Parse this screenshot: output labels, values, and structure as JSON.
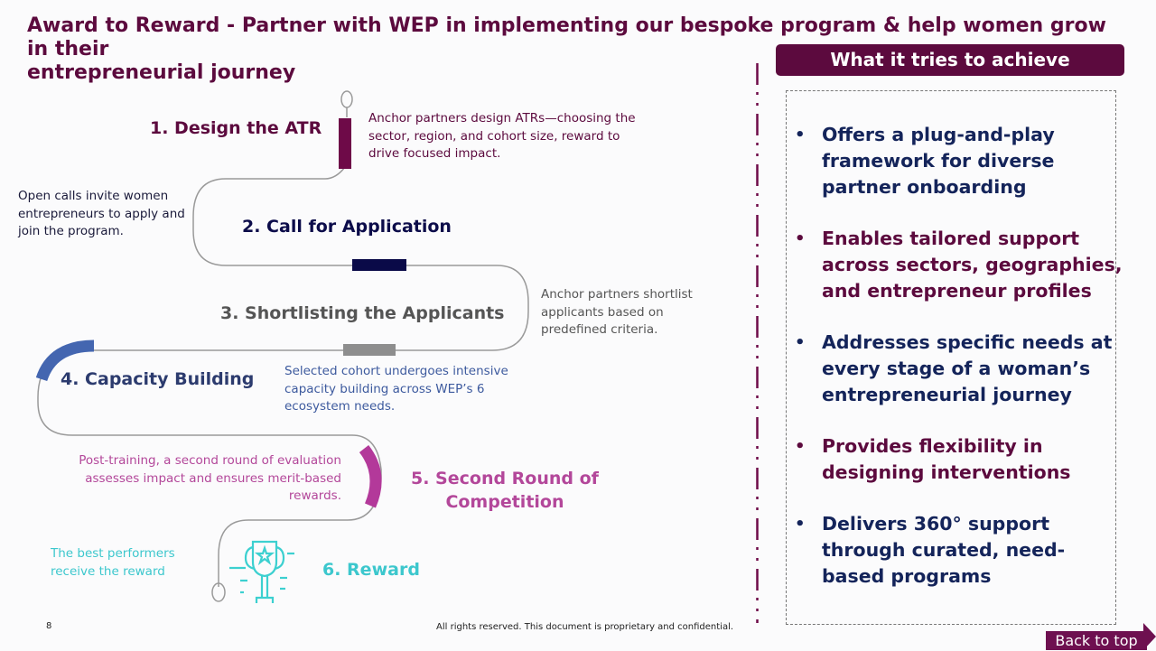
{
  "title": {
    "line1": "Award to Reward - Partner with WEP in implementing our bespoke program & help women grow in their",
    "line2": "entrepreneurial journey"
  },
  "steps": [
    {
      "label": "1. Design the ATR",
      "color": "#5c0a3e",
      "description": [
        "Anchor partners design ATRs—choosing the",
        "sector, region, and cohort size, reward to",
        "drive focused impact."
      ]
    },
    {
      "label": "2. Call for Application",
      "color": "#0c0c4a",
      "description": [
        "Open calls invite women",
        "entrepreneurs to apply and",
        "join the program."
      ]
    },
    {
      "label": "3. Shortlisting the Applicants",
      "color": "#555555",
      "description": [
        "Anchor partners shortlist",
        "applicants based on",
        "predefined criteria."
      ]
    },
    {
      "label": "4. Capacity Building",
      "color": "#3d5aa8",
      "description": [
        "Selected cohort undergoes intensive",
        "capacity building across WEP’s 6",
        "ecosystem needs."
      ]
    },
    {
      "label_lines": [
        "5. Second Round of",
        "Competition"
      ],
      "color": "#b3479a",
      "description": [
        "Post-training, a second round of evaluation",
        "assesses impact and ensures merit-based",
        "rewards."
      ]
    },
    {
      "label": "6. Reward",
      "color": "#3cc7cd",
      "icon": "trophy-icon",
      "description": [
        "The best performers",
        "receive the reward"
      ]
    }
  ],
  "panel": {
    "header": "What it tries to achieve",
    "bullets": [
      {
        "lines": [
          "Offers a plug-and-play",
          "framework for diverse",
          "partner onboarding"
        ],
        "color": "#14245a"
      },
      {
        "lines": [
          "Enables tailored support",
          "across sectors, geographies,",
          "and entrepreneur profiles"
        ],
        "color": "#5c0a3e"
      },
      {
        "lines": [
          "Addresses specific needs at",
          "every stage of a woman’s",
          "entrepreneurial journey"
        ],
        "color": "#14245a"
      },
      {
        "lines": [
          "Provides flexibility in",
          "designing interventions"
        ],
        "color": "#5c0a3e"
      },
      {
        "lines": [
          "Delivers 360° support",
          "through curated, need-",
          "based programs"
        ],
        "color": "#14245a"
      }
    ]
  },
  "footer": {
    "page_number": "8",
    "notice": "All rights reserved. This document is proprietary and confidential.",
    "back_to_top": "Back to top"
  },
  "colors": {
    "brand_plum": "#5c0a3e",
    "navy": "#14245a",
    "capacity_blue": "#3d5aa8",
    "magenta": "#b3479a",
    "teal": "#3cc7cd"
  }
}
